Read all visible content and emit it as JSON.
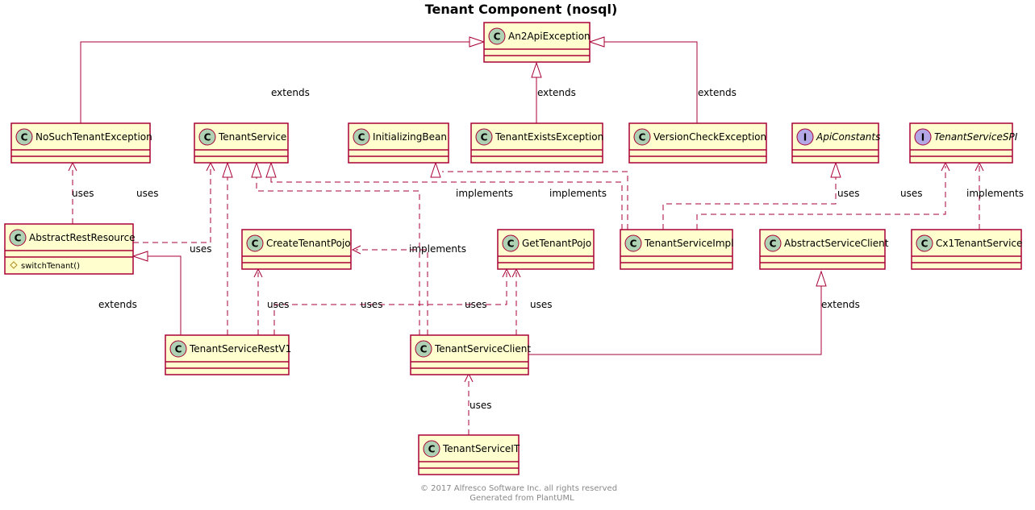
{
  "title": "Tenant Component (nosql)",
  "footer": {
    "line1": "© 2017 Alfresco Software Inc. all rights reserved",
    "line2": "Generated from PlantUML"
  },
  "colors": {
    "class_fill": "#FEFECE",
    "border": "#A80036",
    "class_badge": "#ADD1B2",
    "interface_badge": "#B4A7E5"
  },
  "classes": {
    "an2apiexception": {
      "name": "An2ApiException",
      "kind": "class"
    },
    "nosuchtenantexception": {
      "name": "NoSuchTenantException",
      "kind": "class"
    },
    "tenantservice": {
      "name": "TenantService",
      "kind": "class"
    },
    "initializingbean": {
      "name": "InitializingBean",
      "kind": "class"
    },
    "tenantexistsexception": {
      "name": "TenantExistsException",
      "kind": "class"
    },
    "versioncheckexception": {
      "name": "VersionCheckException",
      "kind": "class"
    },
    "apiconstants": {
      "name": "ApiConstants",
      "kind": "interface"
    },
    "tenantservicespi": {
      "name": "TenantServiceSPI",
      "kind": "interface"
    },
    "abstractrestresource": {
      "name": "AbstractRestResource",
      "kind": "class",
      "method": "switchTenant()"
    },
    "createtenantpojo": {
      "name": "CreateTenantPojo",
      "kind": "class"
    },
    "gettenantpojo": {
      "name": "GetTenantPojo",
      "kind": "class"
    },
    "tenantserviceimpl": {
      "name": "TenantServiceImpl",
      "kind": "class"
    },
    "abstractserviceclient": {
      "name": "AbstractServiceClient",
      "kind": "class"
    },
    "cx1tenantservice": {
      "name": "Cx1TenantService",
      "kind": "class"
    },
    "tenantservicerestv1": {
      "name": "TenantServiceRestV1",
      "kind": "class"
    },
    "tenantserviceclient": {
      "name": "TenantServiceClient",
      "kind": "class"
    },
    "tenantserviceit": {
      "name": "TenantServiceIT",
      "kind": "class"
    }
  },
  "badges": {
    "class": "C",
    "interface": "I"
  },
  "edge_labels": {
    "nosuch_extends": "extends",
    "exists_extends": "extends",
    "version_extends": "extends",
    "restres_uses_nosuch": "uses",
    "restres_uses_service": "uses",
    "impl_implements_bean": "implements",
    "impl_implements_service": "implements",
    "impl_uses_constants": "uses",
    "impl_uses_spi": "uses",
    "cx1_implements_spi": "implements",
    "restres_uses_small": "uses",
    "client_implements_service": "implements",
    "restv1_extends_restres": "extends",
    "restv1_uses_create": "uses",
    "restv1_uses_get": "uses",
    "client_uses_create": "uses",
    "client_uses_get": "uses",
    "client_extends_abstract": "extends",
    "it_uses_client": "uses"
  }
}
